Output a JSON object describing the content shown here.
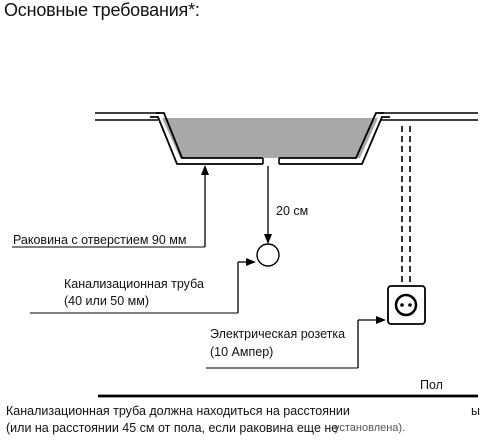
{
  "title": "Основные требования*:",
  "labels": {
    "distance": "20 см",
    "sink": "Раковина с отверстием 90 мм",
    "pipe_line1": "Канализационная труба",
    "pipe_line2": "(40 или 50 мм)",
    "socket_line1": "Электрическая розетка",
    "socket_line2": "(10 Ампер)",
    "floor": "Пол"
  },
  "note": {
    "line1": "Канализационная труба должна находиться на расстоянии",
    "line1_tail": "ы",
    "line2": "(или на расстоянии 45 см от пола, если раковина еще не",
    "line2_tail": "установлена)."
  },
  "colors": {
    "basin_fill": "#a8a8a8",
    "line": "#000000"
  },
  "icons": {
    "drain_pipe": "circle-outline",
    "socket": "electrical-socket-icon"
  }
}
